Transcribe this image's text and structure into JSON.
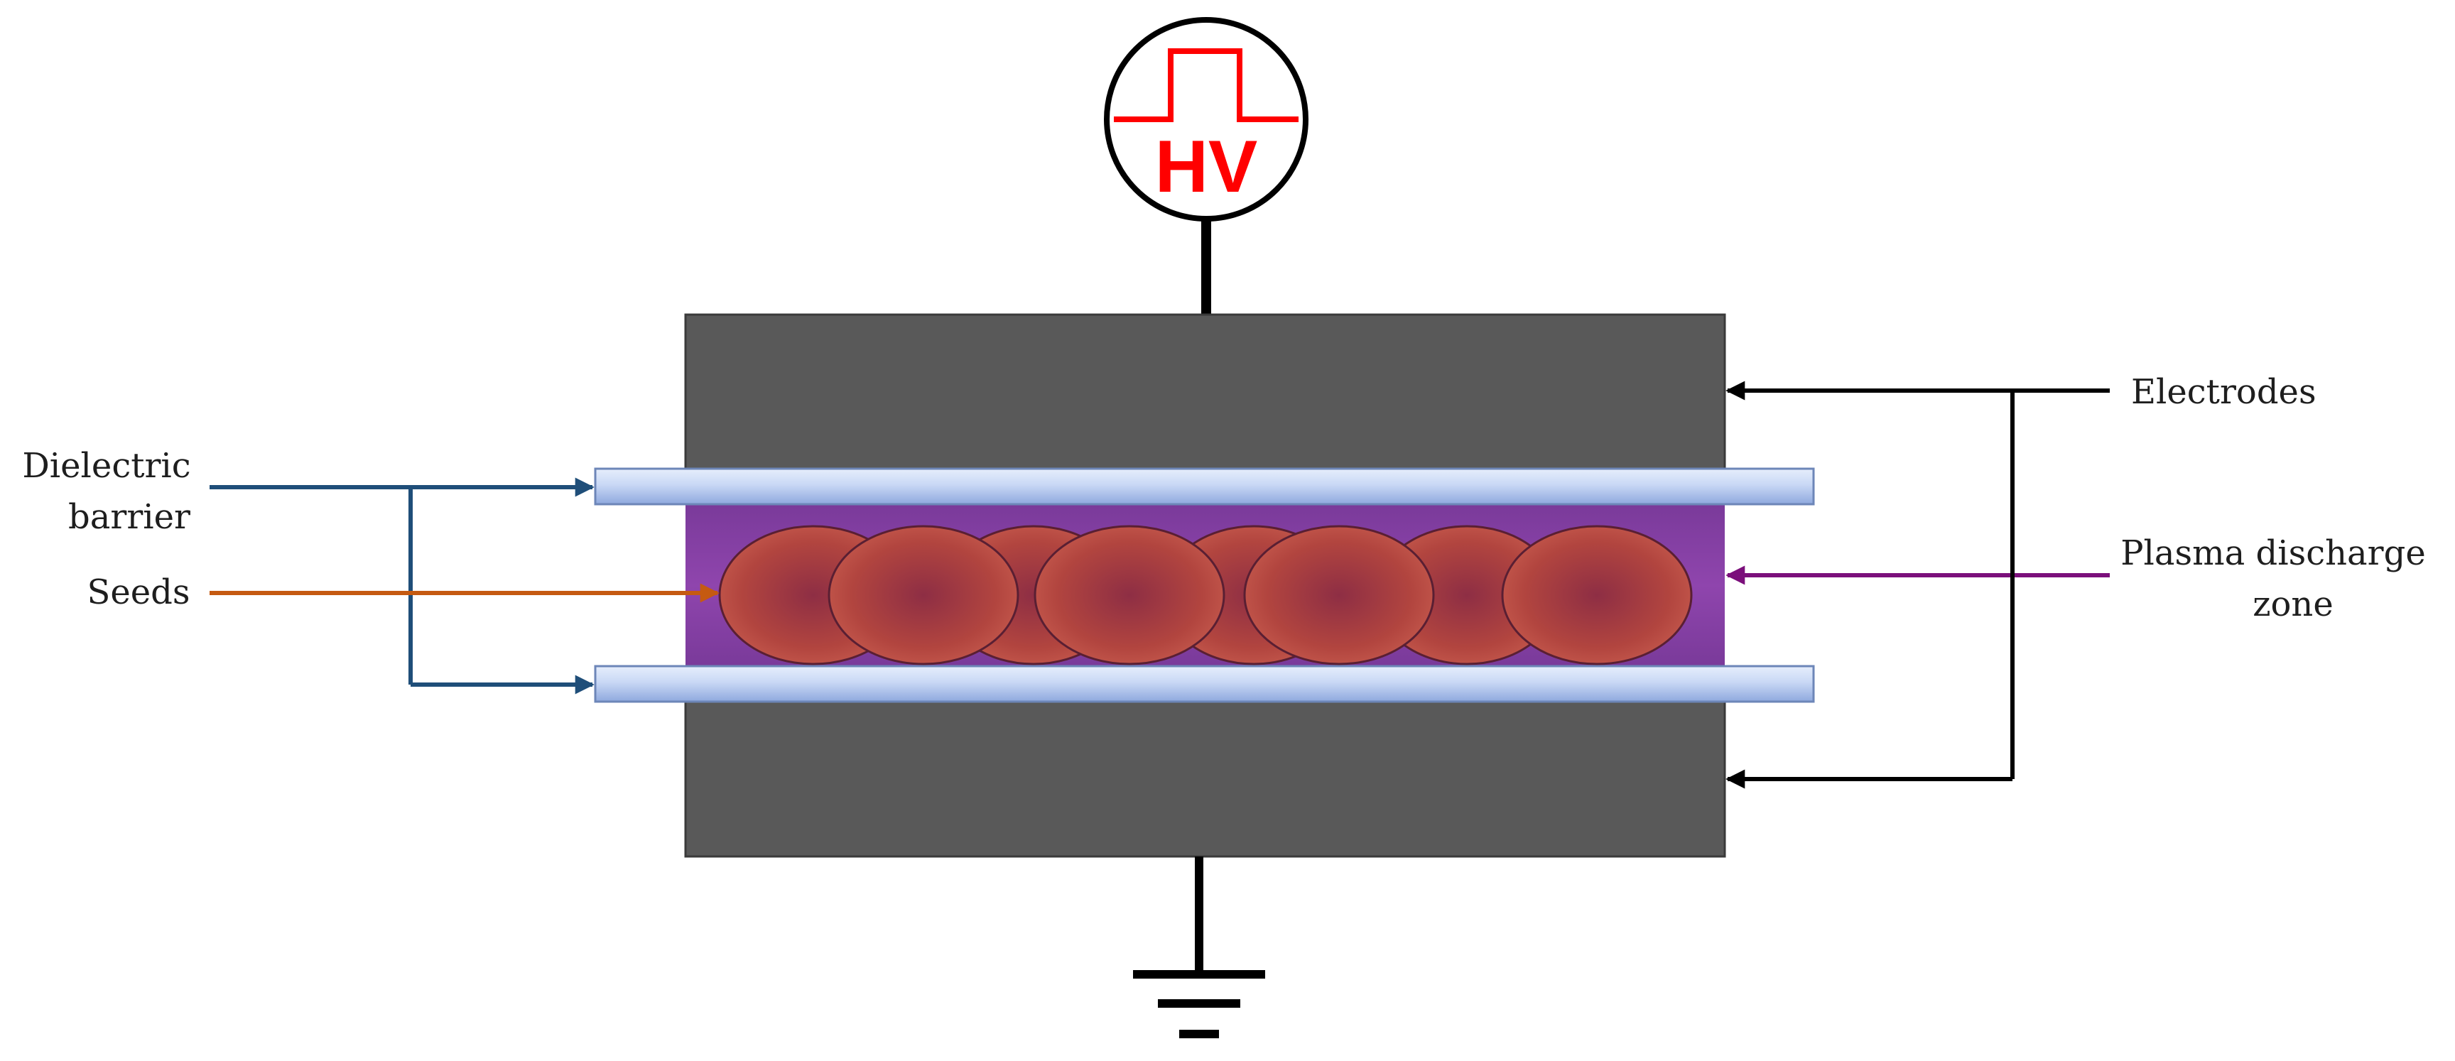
{
  "labels": {
    "dielectric_line1": "Dielectric",
    "dielectric_line2": "barrier",
    "seeds": "Seeds",
    "electrodes": "Electrodes",
    "plasma_line1": "Plasma discharge",
    "plasma_line2": "zone"
  },
  "power_source": {
    "text": "HV"
  },
  "colors": {
    "electrode": "#595959",
    "plasma": "#8a3fa6",
    "dielectric": "#c9d8f5",
    "seed": "#c0504d",
    "hv_red": "#ff0000",
    "dielectric_arrow": "#1f4e79",
    "seeds_arrow": "#c55a11",
    "plasma_arrow": "#7b0f7b",
    "electrode_arrow": "#000000"
  }
}
